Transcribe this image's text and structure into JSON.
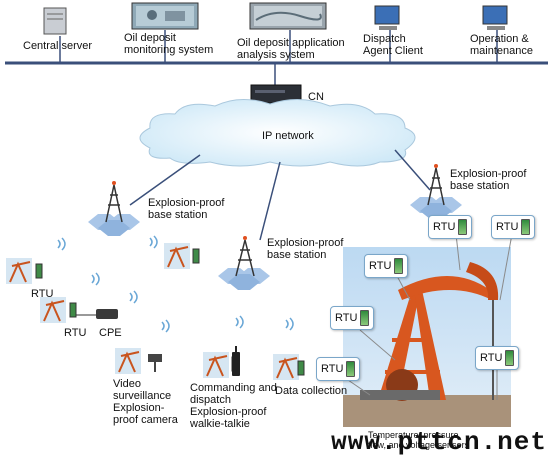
{
  "top_bar": {
    "central_server": "Central server",
    "monitoring": "Oil deposit\nmonitoring system",
    "analysis": "Oil deposit application\nanalysis system",
    "dispatch": "Dispatch\nAgent Client",
    "operation": "Operation &\nmaintenance"
  },
  "core": {
    "cn": "CN",
    "ip_network": "IP network"
  },
  "base_stations": {
    "left": "Explosion-proof\nbase station",
    "middle": "Explosion-proof\nbase station",
    "right": "Explosion-proof\nbase station"
  },
  "terminals": {
    "rtu_1": "RTU",
    "rtu_2": "RTU",
    "cpe": "CPE",
    "video": "Video\nsurveillance\nExplosion-\nproof camera",
    "commanding": "Commanding and\ndispatch\nExplosion-proof\nwalkie-talkie",
    "data_collection": "Data collection"
  },
  "pump_site": {
    "rtu_labels": [
      "RTU",
      "RTU",
      "RTU",
      "RTU",
      "RTU",
      "RTU"
    ],
    "sensors_caption": "Temperature, pressure,\nflow, and voltage sensors"
  },
  "watermark": "www.pttcn.net",
  "colors": {
    "bus": "#3a4f7a",
    "cloud": "#d7eef9",
    "hexagon": "#a9c6e8",
    "rig": "#d8571f"
  }
}
